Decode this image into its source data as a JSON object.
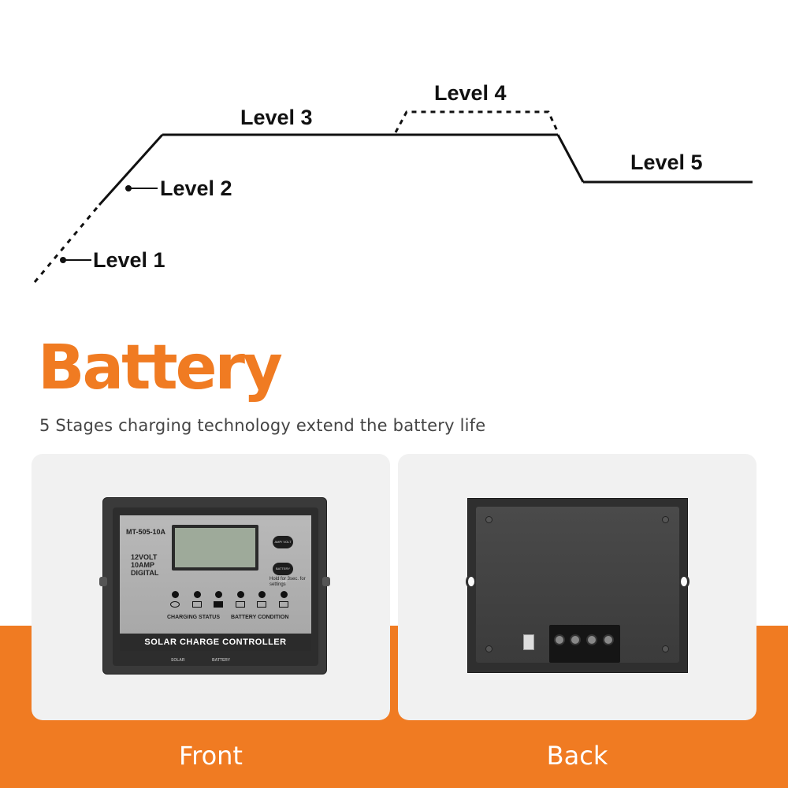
{
  "diagram": {
    "levels": [
      "Level 1",
      "Level 2",
      "Level 3",
      "Level 4",
      "Level 5"
    ]
  },
  "heading": "Battery",
  "subheading": "5 Stages charging technology extend the battery life",
  "front_panel": {
    "model": "MT-505-10A",
    "spec_lines": [
      "12VOLT",
      "10AMP",
      "DIGITAL"
    ],
    "button_1": "AMP/ VOLT",
    "button_2": "BATTERY TYPE",
    "hold_note": "Hold for 3sec. for settings",
    "charging_status": "CHARGING STATUS",
    "battery_condition": "BATTERY CONDITION",
    "title_bar": "SOLAR CHARGE CONTROLLER",
    "port_labels": [
      "SOLAR",
      "BATTERY"
    ]
  },
  "captions": {
    "front": "Front",
    "back": "Back"
  },
  "colors": {
    "accent": "#f07b22",
    "card_bg": "#f1f1f1"
  }
}
